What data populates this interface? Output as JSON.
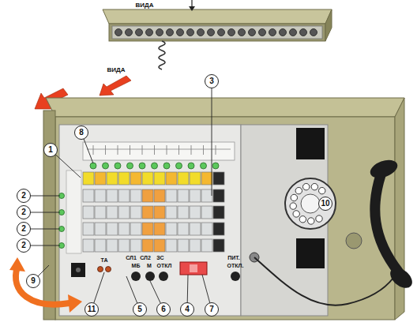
{
  "diagram": {
    "labels": [
      "ВИДА",
      "ВИДА",
      "3",
      "8",
      "1",
      "2",
      "2",
      "2",
      "2",
      "10",
      "9",
      "ТА",
      "СЛ1",
      "СЛ2",
      "ЗС",
      "МБ",
      "М",
      "ОТКЛ",
      "ПИТ.",
      "ОТКЛ.",
      "11",
      "5",
      "6",
      "4",
      "7"
    ]
  }
}
